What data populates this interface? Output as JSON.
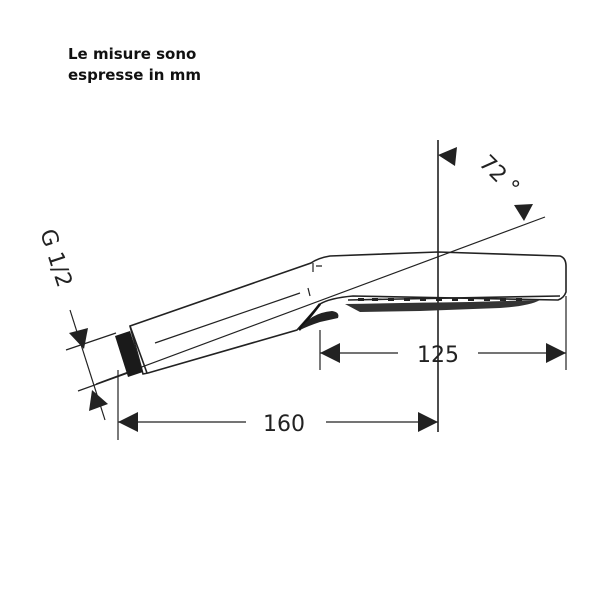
{
  "note": {
    "line1": "Le misure sono",
    "line2": "espresse in mm"
  },
  "dimensions": {
    "angle": "72 °",
    "thread": "G 1/2",
    "head_length": "125",
    "total_length": "160"
  },
  "colors": {
    "line": "#222222",
    "background": "#ffffff"
  }
}
